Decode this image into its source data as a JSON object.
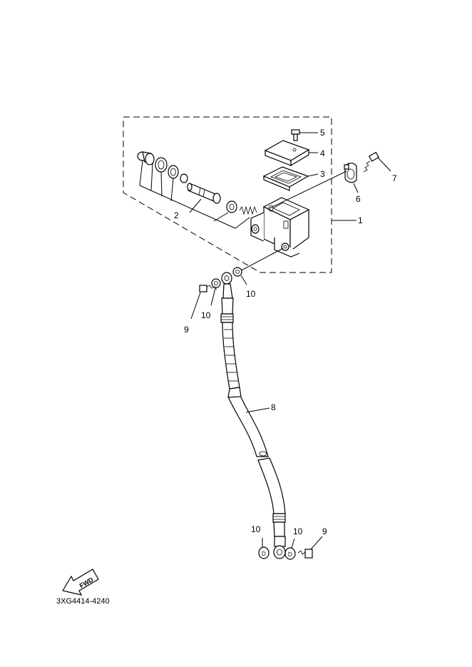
{
  "diagram": {
    "part_code": "3XG4414-4240",
    "fwd_label": "FWD",
    "callouts": {
      "c1": "1",
      "c2": "2",
      "c3": "3",
      "c4": "4",
      "c5": "5",
      "c6": "6",
      "c7": "7",
      "c8": "8",
      "c9_top": "9",
      "c9_bottom": "9",
      "c10_top_right": "10",
      "c10_top_left": "10",
      "c10_bottom_left": "10",
      "c10_bottom_right": "10"
    }
  }
}
